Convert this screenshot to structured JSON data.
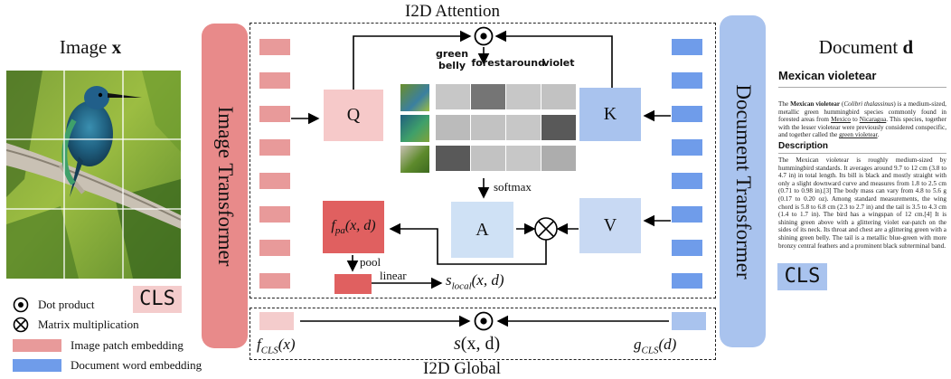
{
  "image_col": {
    "title": "Image",
    "title_var": "x",
    "cls": "CLS"
  },
  "document_col": {
    "title": "Document",
    "title_var": "d",
    "cls": "CLS",
    "doc_heading": "Mexican violetear",
    "para1_parts": [
      "The ",
      "Mexican violetear",
      " (",
      "Colibri thalassinus",
      ") is a medium-sized, metallic green hummingbird species commonly found in forested areas from ",
      "Mexico",
      " to ",
      "Nicaragua",
      ". This species, together with the lesser violetear were previously considered conspecific, and together called the ",
      "green violetear",
      "."
    ],
    "section_heading": "Description",
    "para2": "The Mexican violetear is roughly medium-sized by hummingbird standards. It averages around 9.7 to 12 cm (3.8 to 4.7 in) in total length. Its bill is black and mostly straight with only a slight downward curve and measures from 1.8 to 2.5 cm (0.71 to 0.98 in).[3] The body mass can vary from 4.8 to 5.6 g (0.17 to 0.20 oz). Among standard measurements, the wing chord is 5.8 to 6.8 cm (2.3 to 2.7 in) and the tail is 3.5 to 4.3 cm (1.4 to 1.7 in). The bird has a wingspan of 12 cm.[4] It is shining green above with a glittering violet ear-patch on the sides of its neck. Its throat and chest are a glittering green with a shining green belly. The tail is a metallic blue-green with more bronzy central feathers and a prominent black subterminal band."
  },
  "towers": {
    "image": "Image Transformer",
    "document": "Document Transformer"
  },
  "attention": {
    "title": "I2D Attention",
    "q": "Q",
    "k": "K",
    "v": "V",
    "a": "A",
    "softmax": "softmax",
    "pool": "pool",
    "linear": "linear",
    "fpa": "f",
    "fpa_sub": "pa",
    "fpa_args": "(x, d)",
    "slocal": "s",
    "slocal_sub": "local",
    "slocal_args": "(x, d)",
    "words": [
      "green belly",
      "forest",
      "around",
      "violet"
    ],
    "attention_matrix": [
      [
        0.15,
        0.62,
        0.15,
        0.18
      ],
      [
        0.22,
        0.18,
        0.15,
        0.78
      ],
      [
        0.78,
        0.18,
        0.15,
        0.3
      ]
    ]
  },
  "global": {
    "title": "I2D Global",
    "fcls": "f",
    "fcls_sub": "CLS",
    "fcls_args": "(x)",
    "gcls": "g",
    "gcls_sub": "CLS",
    "gcls_args": "(d)",
    "s": "s",
    "s_args": "(x, d)"
  },
  "legend": {
    "dot": "Dot product",
    "matmul": "Matrix multiplication",
    "patch": "Image patch embedding",
    "word": "Document word embedding"
  },
  "colors": {
    "patch": "#e89a9a",
    "word": "#6f9cea",
    "image_tower": "#e88a8a",
    "doc_tower": "#a9c3ee",
    "q_box": "#f6c9c9",
    "k_box": "#a9c3ee",
    "v_box": "#c8d9f3",
    "a_box": "#cfe1f5",
    "fpa_box": "#e06060",
    "pool_box": "#e06060",
    "fcls_box": "#f4cccc",
    "gcls_box": "#a9c3ee"
  }
}
